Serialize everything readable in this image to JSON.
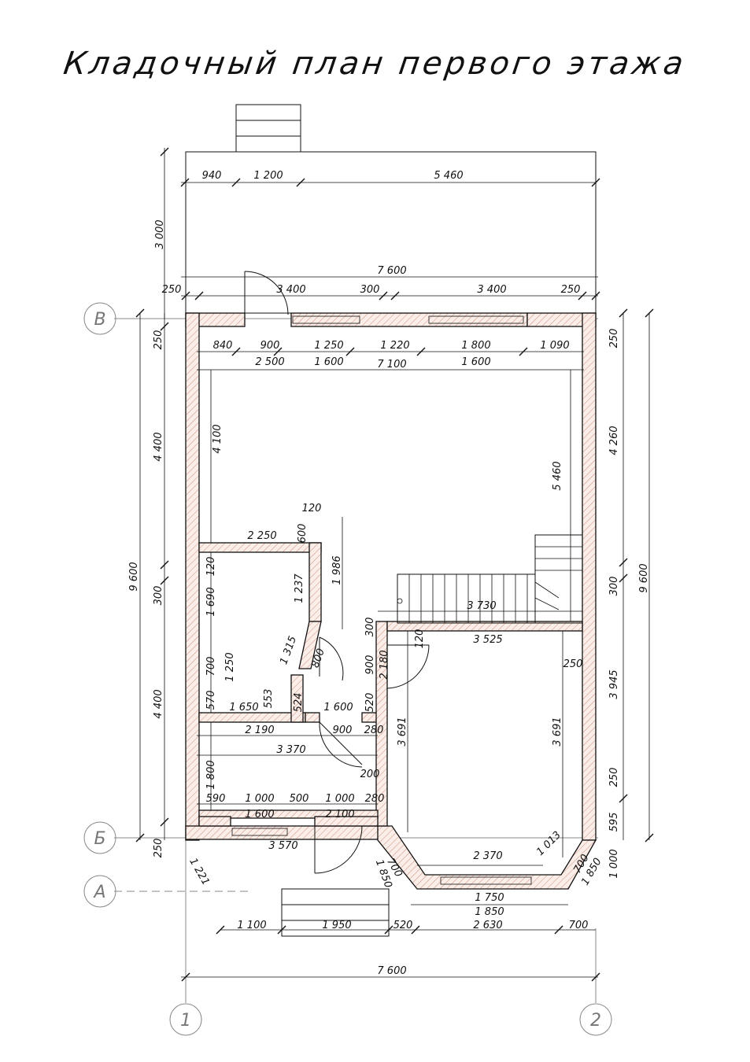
{
  "title": "Кладочный план первого этажа",
  "axes": {
    "v": "В",
    "b": "Б",
    "a": "А",
    "one": "1",
    "two": "2"
  },
  "dims": {
    "terrace_940": "940",
    "terrace_1200": "1 200",
    "terrace_5460": "5 460",
    "terrace_height_3000": "3 000",
    "top_7600": "7 600",
    "top_250_left": "250",
    "top_3400_left": "3 400",
    "top_300": "300",
    "top_3400_right": "3 400",
    "top_250_right": "250",
    "row_840": "840",
    "row_900": "900",
    "row_1250": "1 250",
    "row_1220": "1 220",
    "row_1800": "1 800",
    "row_1090": "1 090",
    "row_2500": "2 500",
    "row_1600_a": "1 600",
    "row_1600_b": "1 600",
    "inner_7100": "7 100",
    "left_250": "250",
    "left_4400_top": "4 400",
    "left_9600": "9 600",
    "left_300": "300",
    "left_4400_bottom": "4 400",
    "left_250_bottom": "250",
    "inner_4100": "4 100",
    "inner_5460": "5 460",
    "inner_2250": "2 250",
    "inner_120_top": "120",
    "inner_600": "600",
    "inner_1986": "1 986",
    "inner_120_left": "120",
    "inner_1690": "1 690",
    "inner_1237": "1 237",
    "inner_1315": "1 315",
    "inner_800": "800",
    "inner_700": "700",
    "inner_1250": "1 250",
    "inner_570": "570",
    "inner_1650": "1 650",
    "inner_553": "553",
    "inner_524": "524",
    "inner_1600_hall": "1 600",
    "inner_520": "520",
    "stair_3730": "3 730",
    "inner_300_mid": "300",
    "inner_120_mid": "120",
    "inner_3525": "3 525",
    "inner_900_door": "900",
    "inner_2180": "2 180",
    "inner_250_right": "250",
    "inner_3691_left": "3 691",
    "inner_3691_right": "3 691",
    "inner_2190": "2 190",
    "inner_900_bath": "900",
    "inner_280_top": "280",
    "inner_3370": "3 370",
    "inner_200": "200",
    "inner_1800": "1 800",
    "inner_590": "590",
    "inner_1000_a": "1 000",
    "inner_500": "500",
    "inner_1000_b": "1 000",
    "inner_280_bottom": "280",
    "inner_1600_bottom": "1 600",
    "inner_2100": "2 100",
    "inner_3570": "3 570",
    "bay_2370": "2 370",
    "bay_1013": "1 013",
    "bay_700_left": "700",
    "bay_1850_left": "1 850",
    "bay_700_right": "700",
    "bay_1850_right": "1 850",
    "corner_1221": "1 221",
    "right_250_top": "250",
    "right_4260": "4 260",
    "right_9600": "9 600",
    "right_300": "300",
    "right_3945": "3 945",
    "right_250_bottom": "250",
    "right_595": "595",
    "right_1000": "1 000",
    "bottom_1750": "1 750",
    "bottom_1850": "1 850",
    "bottom_1100": "1 100",
    "bottom_1950": "1 950",
    "bottom_520": "520",
    "bottom_2630": "2 630",
    "bottom_700": "700",
    "bottom_7600": "7 600"
  }
}
